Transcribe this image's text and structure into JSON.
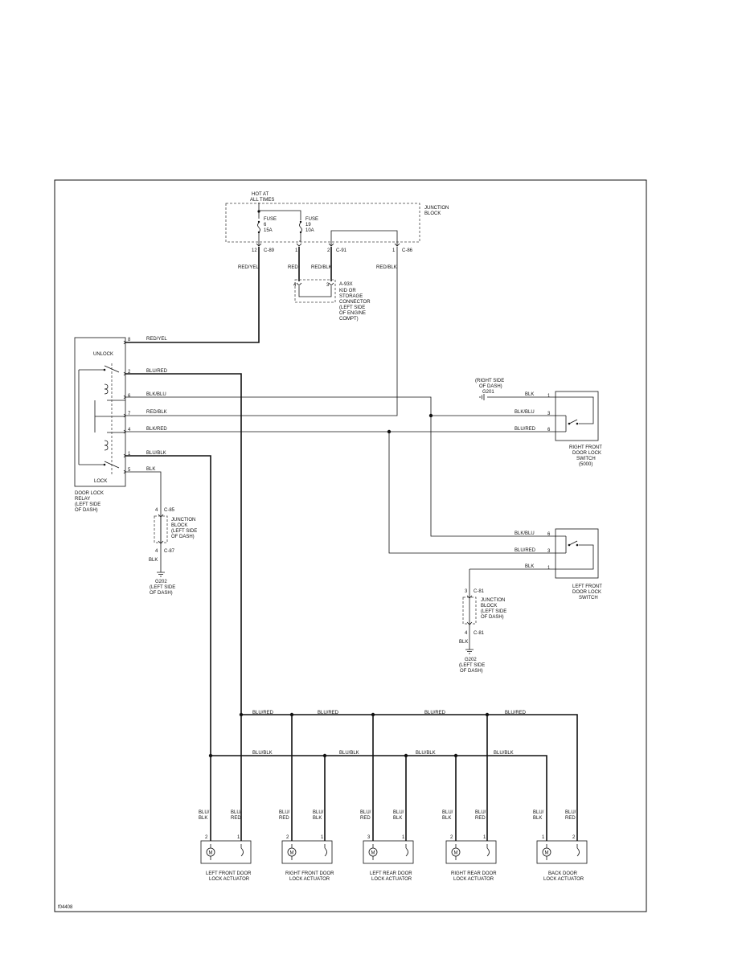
{
  "figure_id": "f04408",
  "power": {
    "hot": "HOT AT",
    "all_times": "ALL TIMES",
    "junction_block": [
      "JUNCTION",
      "BLOCK"
    ],
    "fuse6": [
      "FUSE",
      "6",
      "15A"
    ],
    "fuse19": [
      "FUSE",
      "19",
      "10A"
    ],
    "c89": "C-89",
    "c91": "C-91",
    "c86": "C-86",
    "pin12": "12",
    "pin1a": "1",
    "pin2": "2",
    "pin1b": "1",
    "w_redyel": "RED/YEL",
    "w_red": "RED",
    "w_redblk": "RED/BLK",
    "w_redblk2": "RED/BLK"
  },
  "storage": {
    "connector": "A-93X",
    "pin4": "4",
    "pin3": "3",
    "text": [
      "KID OR",
      "STORAGE",
      "CONNECTOR",
      "(LEFT SIDE",
      "OF ENGINE",
      "COMPT)"
    ]
  },
  "relay": {
    "unlock": "UNLOCK",
    "lock": "LOCK",
    "name": [
      "DOOR LOCK",
      "RELAY",
      "(LEFT SIDE",
      "OF DASH)"
    ],
    "pins": [
      "8",
      "2",
      "6",
      "7",
      "4",
      "1",
      "5"
    ],
    "wires": [
      "RED/YEL",
      "BLU/RED",
      "BLK/BLU",
      "RED/BLK",
      "BLK/RED",
      "BLU/BLK",
      "BLK"
    ]
  },
  "left_jb": {
    "c85": "C-85",
    "c87": "C-87",
    "pin4a": "4",
    "pin4b": "4",
    "text": [
      "JUNCTION",
      "BLOCK",
      "(LEFT SIDE",
      "OF DASH)"
    ],
    "w_blk": "BLK",
    "ground": [
      "G202",
      "(LEFT SIDE",
      "OF DASH)"
    ]
  },
  "rf_switch": {
    "ground": [
      "(RIGHT SIDE",
      "OF DASH)",
      "G201"
    ],
    "pins": [
      "1",
      "3",
      "6"
    ],
    "wires": [
      "BLK",
      "BLK/BLU",
      "BLU/RED"
    ],
    "name": [
      "RIGHT FRONT",
      "DOOR LOCK",
      "SWITCH",
      "(5000)"
    ]
  },
  "lf_switch": {
    "pins": [
      "6",
      "3",
      "1"
    ],
    "wires": [
      "BLK/BLU",
      "BLU/RED",
      "BLK"
    ],
    "name": [
      "LEFT FRONT",
      "DOOR LOCK",
      "SWITCH"
    ]
  },
  "right_jb": {
    "c81a": "C-81",
    "c81b": "C-81",
    "pin3": "3",
    "pin4": "4",
    "text": [
      "JUNCTION",
      "BLOCK",
      "(LEFT SIDE",
      "OF DASH)"
    ],
    "w_blk": "BLK",
    "ground": [
      "G202",
      "(LEFT SIDE",
      "OF DASH)"
    ]
  },
  "bus": {
    "blured": [
      "BLU/RED",
      "BLU/RED",
      "BLU/RED",
      "BLU/RED"
    ],
    "blublk": [
      "BLU/BLK",
      "BLU/BLK",
      "BLU/BLK",
      "BLU/BLK"
    ]
  },
  "actuators": [
    {
      "name": [
        "LEFT FRONT DOOR",
        "LOCK ACTUATOR"
      ],
      "left_wire": [
        "BLU/",
        "BLK"
      ],
      "right_wire": [
        "BLU/",
        "RED"
      ],
      "pins": [
        "2",
        "1"
      ],
      "motor": "M"
    },
    {
      "name": [
        "RIGHT FRONT DOOR",
        "LOCK ACTUATOR"
      ],
      "left_wire": [
        "BLU/",
        "RED"
      ],
      "right_wire": [
        "BLU/",
        "BLK"
      ],
      "pins": [
        "2",
        "1"
      ],
      "motor": "M"
    },
    {
      "name": [
        "LEFT REAR DOOR",
        "LOCK ACTUATOR"
      ],
      "left_wire": [
        "BLU/",
        "RED"
      ],
      "right_wire": [
        "BLU/",
        "BLK"
      ],
      "pins": [
        "3",
        "1"
      ],
      "motor": "M"
    },
    {
      "name": [
        "RIGHT REAR DOOR",
        "LOCK ACTUATOR"
      ],
      "left_wire": [
        "BLU/",
        "BLK"
      ],
      "right_wire": [
        "BLU/",
        "RED"
      ],
      "pins": [
        "2",
        "1"
      ],
      "motor": "M"
    },
    {
      "name": [
        "BACK DOOR",
        "LOCK ACTUATOR"
      ],
      "left_wire": [
        "BLU/",
        "BLK"
      ],
      "right_wire": [
        "BLU/",
        "RED"
      ],
      "pins": [
        "1",
        "2"
      ],
      "motor": "M"
    }
  ]
}
